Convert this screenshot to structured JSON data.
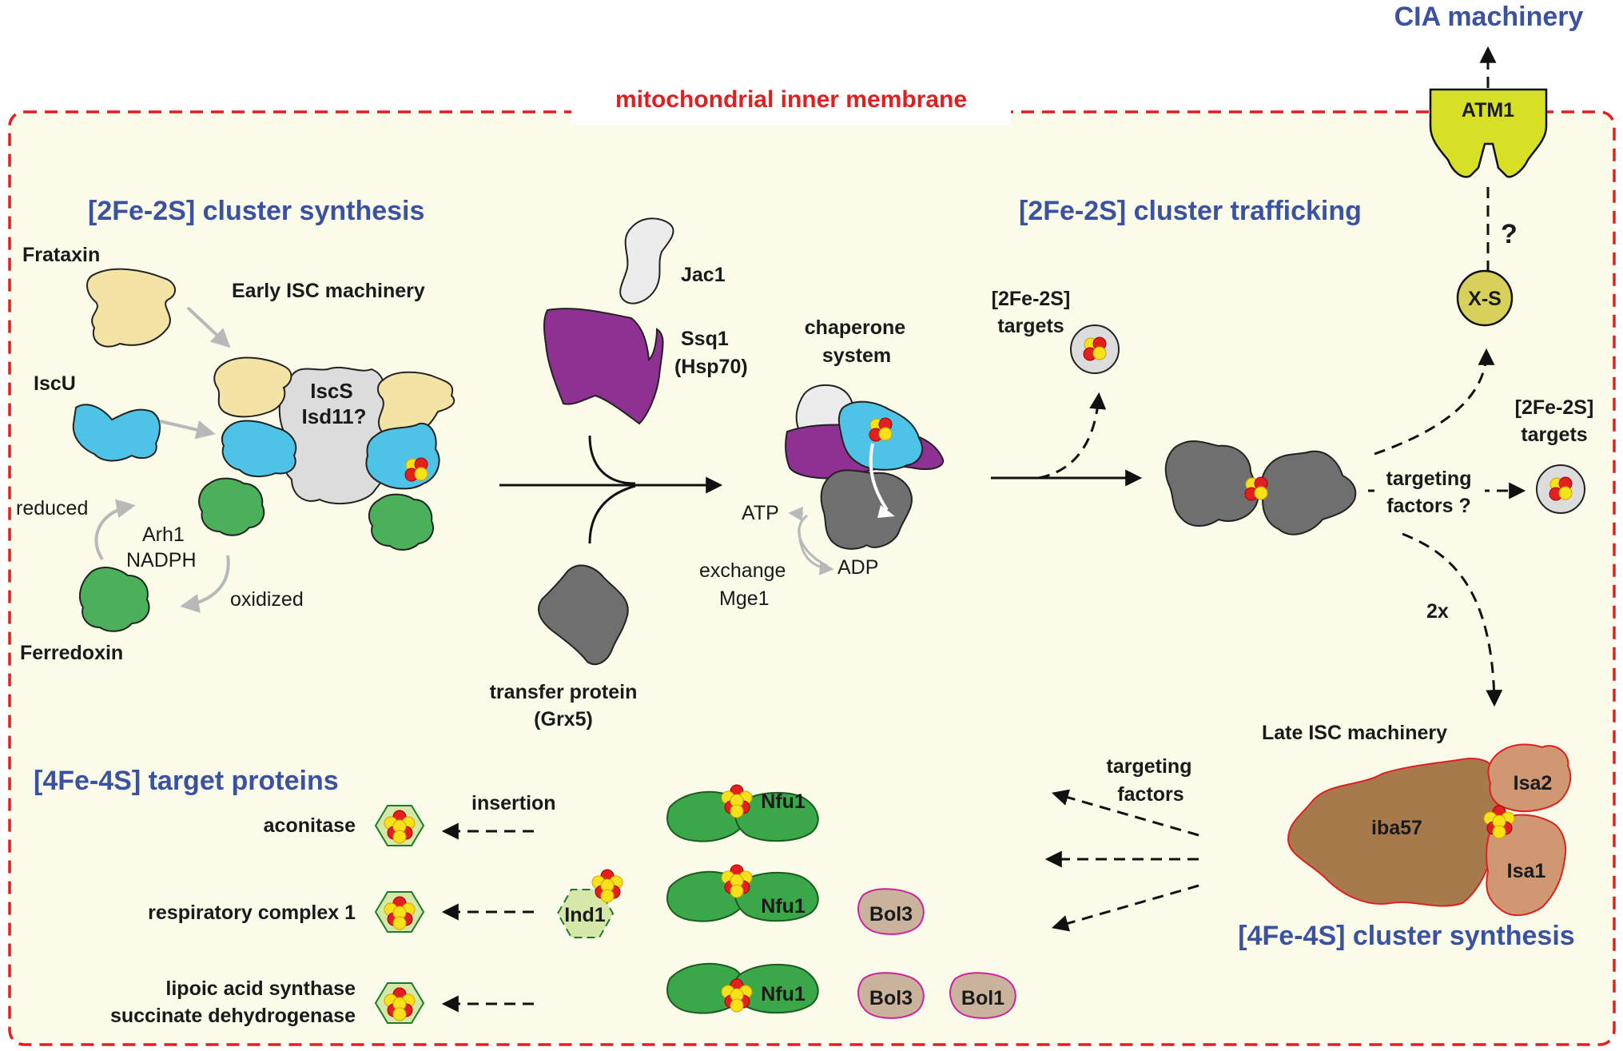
{
  "membrane_label": "mitochondrial inner membrane",
  "cia_label": "CIA machinery",
  "atm1_label": "ATM1",
  "xs_label": "X-S",
  "question_mark": "?",
  "synthesis_2fe": {
    "title": "[2Fe-2S] cluster synthesis",
    "frataxin": "Frataxin",
    "early_isc": "Early ISC machinery",
    "iscu": "IscU",
    "iscs_line1": "IscS",
    "iscs_line2": "Isd11?",
    "reduced": "reduced",
    "arh1": "Arh1",
    "nadph": "NADPH",
    "oxidized": "oxidized",
    "ferredoxin": "Ferredoxin"
  },
  "chaperone": {
    "jac1": "Jac1",
    "ssq1": "Ssq1",
    "hsp70": "(Hsp70)",
    "system_line1": "chaperone",
    "system_line2": "system",
    "atp": "ATP",
    "adp": "ADP",
    "exchange": "exchange",
    "mge1": "Mge1",
    "transfer_line1": "transfer protein",
    "transfer_line2": "(Grx5)"
  },
  "trafficking": {
    "title": "[2Fe-2S] cluster trafficking",
    "targets1_line1": "[2Fe-2S]",
    "targets1_line2": "targets",
    "targets2_line1": "[2Fe-2S]",
    "targets2_line2": "targets",
    "targeting_line1": "targeting",
    "targeting_line2": "factors ?",
    "two_x": "2x"
  },
  "synthesis_4fe": {
    "late_isc": "Late ISC machinery",
    "iba57": "iba57",
    "isa2": "Isa2",
    "isa1": "Isa1",
    "title": "[4Fe-4S] cluster synthesis",
    "targeting_line1": "targeting",
    "targeting_line2": "factors"
  },
  "targets_4fe": {
    "title": "[4Fe-4S] target proteins",
    "insertion": "insertion",
    "aconitase": "aconitase",
    "respiratory": "respiratory complex 1",
    "lipoic": "lipoic acid synthase",
    "succinate": "succinate dehydrogenase",
    "ind1": "Ind1",
    "nfu1": "Nfu1",
    "bol3": "Bol3",
    "bol1": "Bol1"
  },
  "colors": {
    "title_blue": "#3a52a0",
    "membrane_red": "#e02020",
    "background_fill": "#fbfbe9",
    "frataxin": "#f3e3a4",
    "iscu": "#4ec3e8",
    "iscs": "#dcdcdc",
    "ferredoxin": "#4ab05a",
    "ssq1": "#8e3193",
    "grx5": "#6f6f6f",
    "atm1": "#d7e024",
    "iba57": "#a77a4c",
    "isa": "#cf9872",
    "bol": "#c9b39c",
    "cluster_red": "#e32020",
    "cluster_yellow": "#f7e21a"
  }
}
